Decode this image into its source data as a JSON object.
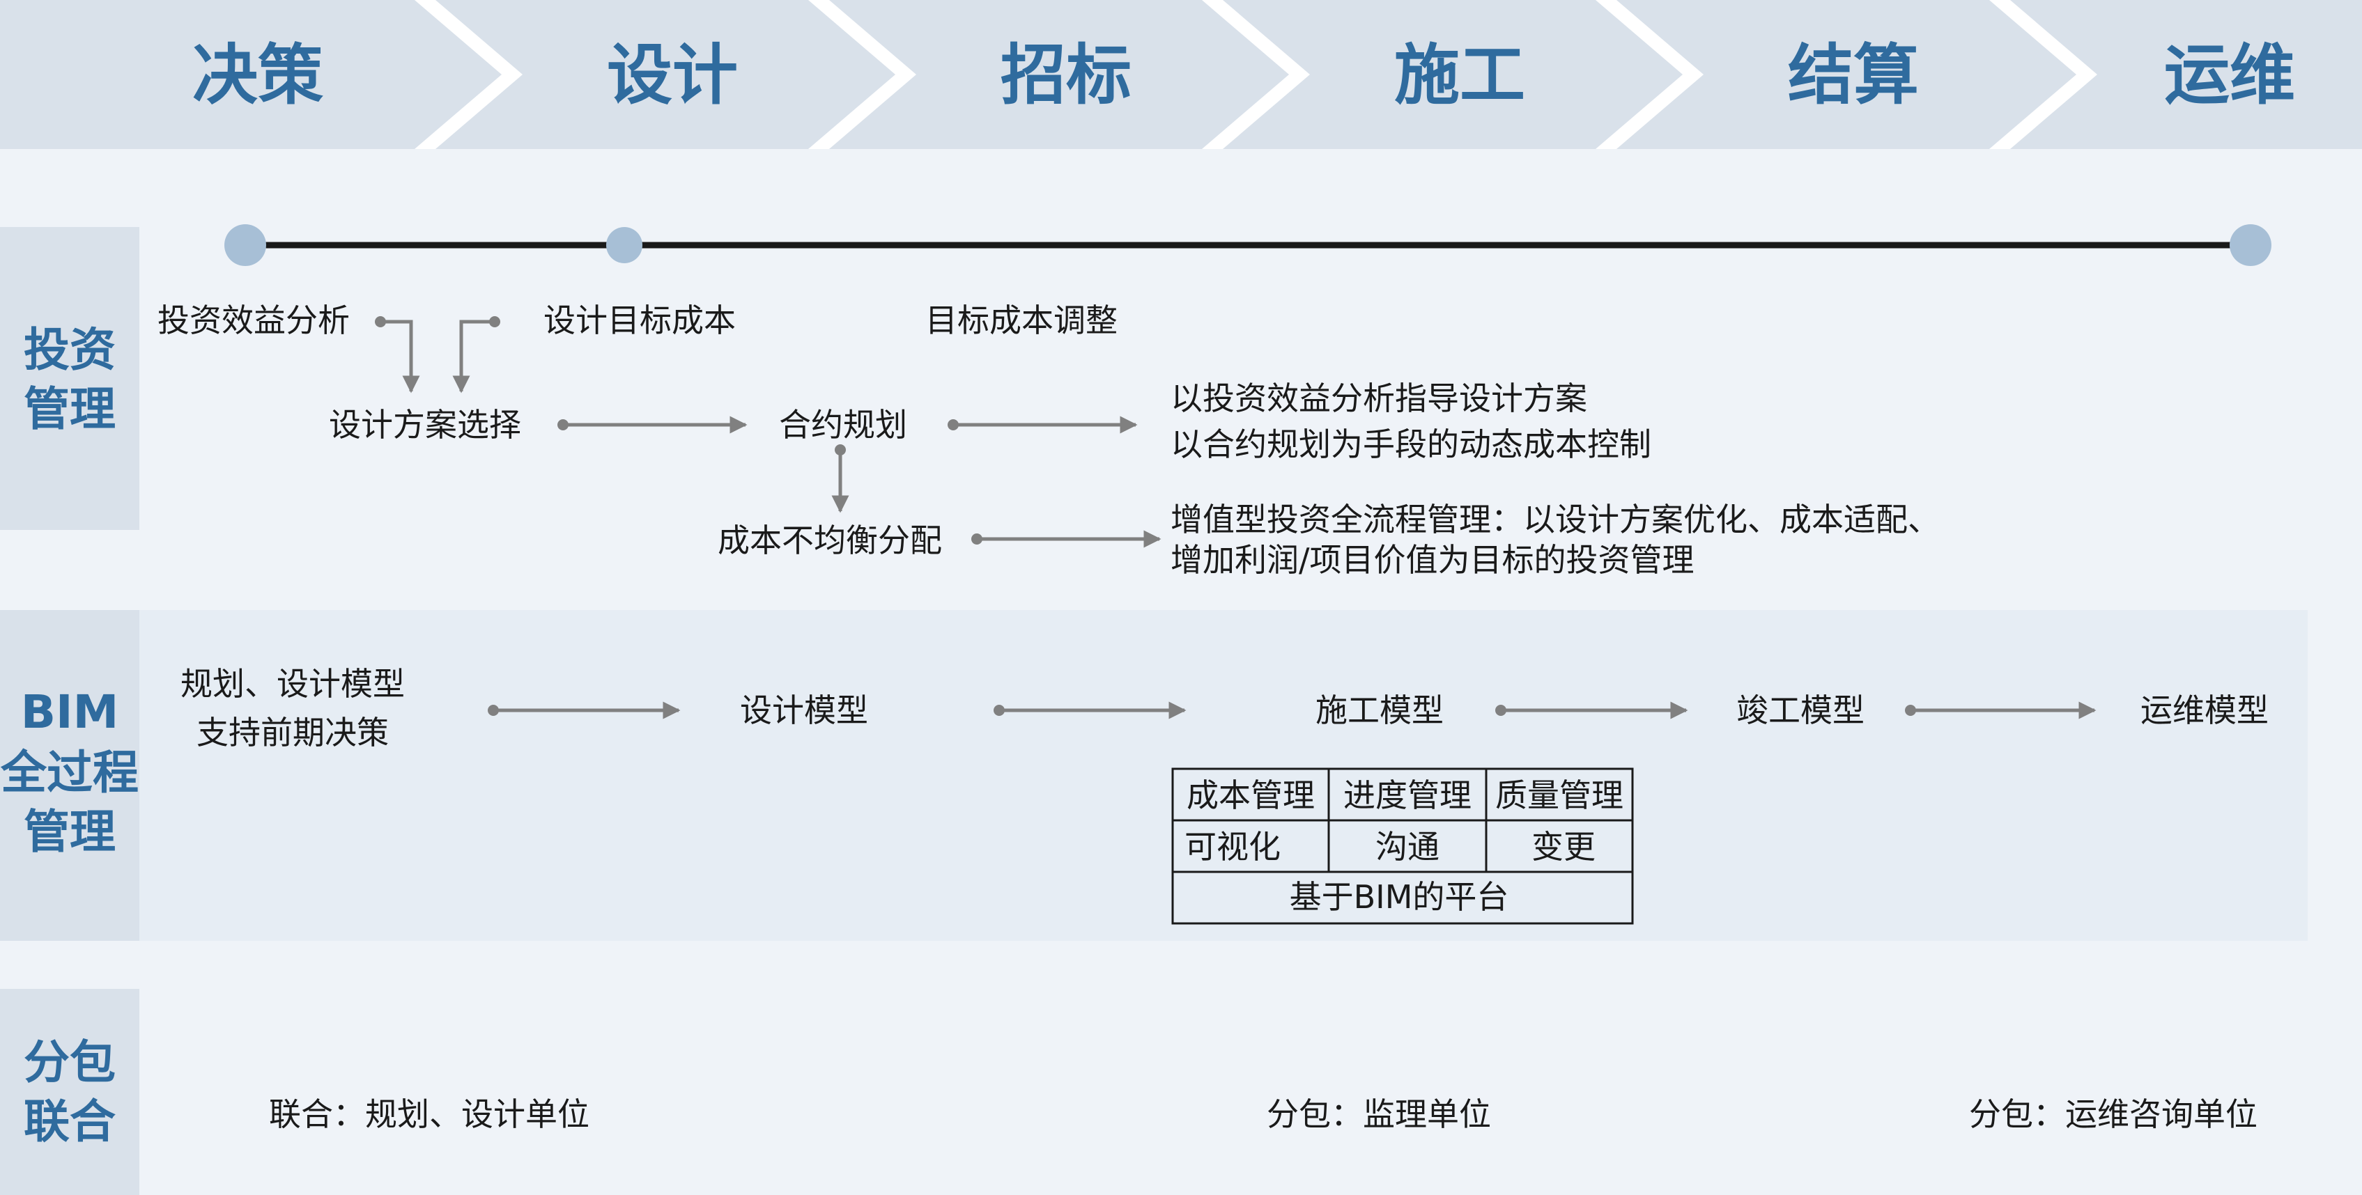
{
  "phases": [
    "决策",
    "设计",
    "招标",
    "施工",
    "结算",
    "运维"
  ],
  "rows": {
    "investment": {
      "label_line1": "投资",
      "label_line2": "管理",
      "items": {
        "benefit_analysis": "投资效益分析",
        "design_target_cost": "设计目标成本",
        "target_cost_adjust": "目标成本调整",
        "design_scheme_select": "设计方案选择",
        "contract_planning": "合约规划",
        "cost_uneven_alloc": "成本不均衡分配",
        "result1_line1": "以投资效益分析指导设计方案",
        "result1_line2": "以合约规划为手段的动态成本控制",
        "result2_line1": "增值型投资全流程管理：以设计方案优化、成本适配、",
        "result2_line2": "增加利润/项目价值为目标的投资管理"
      }
    },
    "bim": {
      "label_line1": "BIM",
      "label_line2": "全过程",
      "label_line3": "管理",
      "items": {
        "planning_model_line1": "规划、设计模型",
        "planning_model_line2": "支持前期决策",
        "design_model": "设计模型",
        "construction_model": "施工模型",
        "completion_model": "竣工模型",
        "om_model": "运维模型"
      },
      "table": {
        "headers": [
          "成本管理",
          "进度管理",
          "质量管理"
        ],
        "cells": [
          "可视化",
          "沟通",
          "变更"
        ],
        "footer": "基于BIM的平台"
      }
    },
    "subcontract": {
      "label_line1": "分包",
      "label_line2": "联合",
      "items": {
        "joint": "联合：规划、设计单位",
        "supervision": "分包：监理单位",
        "om_consult": "分包：运维咨询单位"
      }
    }
  },
  "colors": {
    "background": "#eff3f8",
    "banner": "#d9e1ea",
    "side_panel": "#d9e1ea",
    "bim_band": "#e6edf4",
    "label_blue": "#2f6b9e",
    "arrow_gray": "#808080",
    "timeline_node": "#a7bfd6"
  }
}
